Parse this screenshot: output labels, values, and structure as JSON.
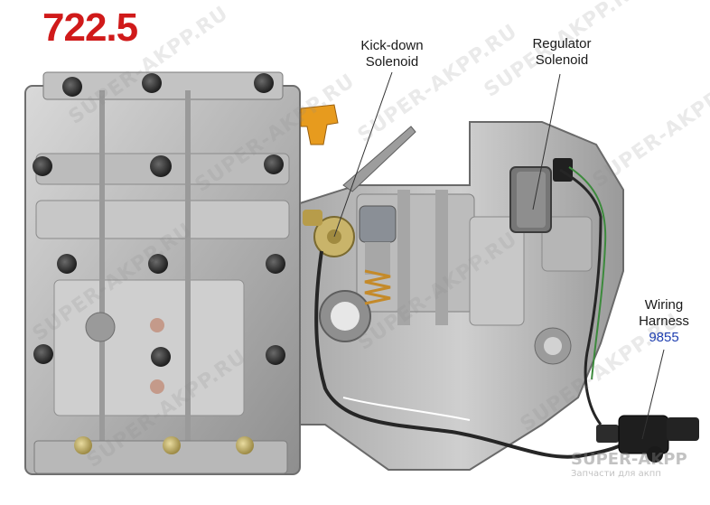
{
  "title": "722.5",
  "labels": {
    "kickdown": {
      "line1": "Kick-down",
      "line2": "Solenoid"
    },
    "regulator": {
      "line1": "Regulator",
      "line2": "Solenoid"
    },
    "harness": {
      "line1": "Wiring",
      "line2": "Harness",
      "part_number": "9855"
    }
  },
  "watermark": {
    "text": "SUPER-AKPP.RU"
  },
  "brand": {
    "main": "SUPER-AKPP",
    "sub": "Запчасти для акпп"
  },
  "colors": {
    "title": "#d01a1a",
    "part_number": "#1f3fb0"
  }
}
